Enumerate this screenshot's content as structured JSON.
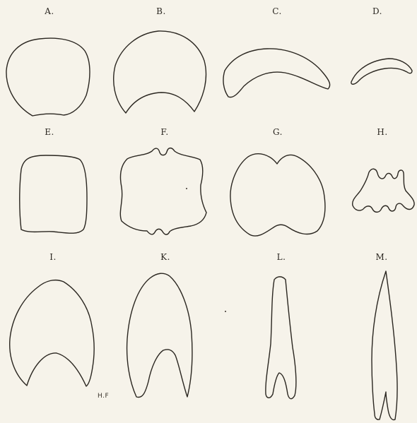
{
  "figure_labels": {
    "A": "A.",
    "B": "B.",
    "C": "C.",
    "D": "D.",
    "E": "E.",
    "F": "F.",
    "G": "G.",
    "H": "H.",
    "I": "I.",
    "K": "K.",
    "L": "L.",
    "M": "M."
  },
  "signature": "H.F",
  "colors": {
    "paper": "#f6f3ea",
    "ink": "#2a2620"
  }
}
